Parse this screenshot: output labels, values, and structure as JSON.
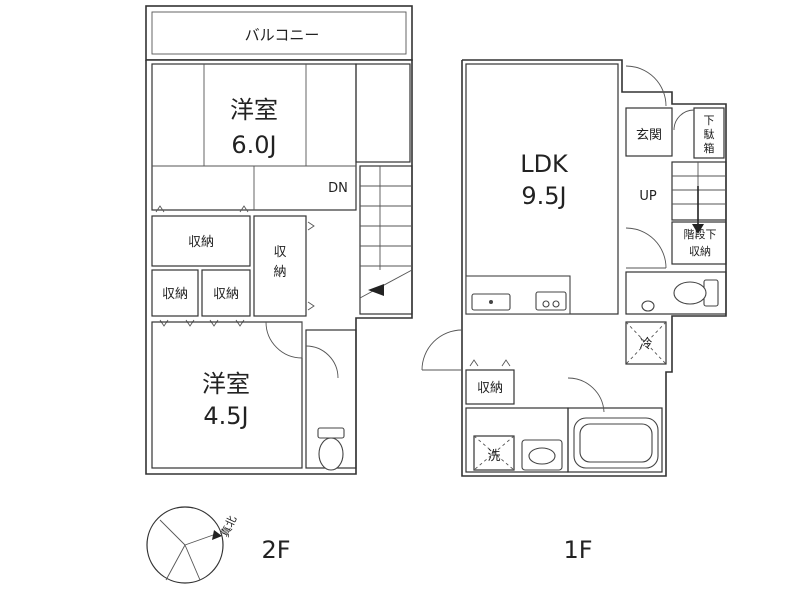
{
  "floor2": {
    "balcony": "バルコニー",
    "room_large_name": "洋室",
    "room_large_size": "6.0J",
    "stair_dn": "DN",
    "storage_wide": "収納",
    "storage_vertical_1": "収",
    "storage_vertical_2": "納",
    "storage_left": "収納",
    "storage_mid": "収納",
    "room_small_name": "洋室",
    "room_small_size": "4.5J",
    "floor_label": "2F"
  },
  "floor1": {
    "ldk_name": "LDK",
    "ldk_size": "9.5J",
    "entrance": "玄関",
    "shoe_box_1": "下",
    "shoe_box_2": "駄",
    "shoe_box_3": "箱",
    "stair_up": "UP",
    "under_stair_1": "階段下",
    "under_stair_2": "収納",
    "fridge": "冷",
    "storage": "収納",
    "washer": "洗",
    "floor_label": "1F"
  },
  "compass": {
    "label": "真北"
  }
}
